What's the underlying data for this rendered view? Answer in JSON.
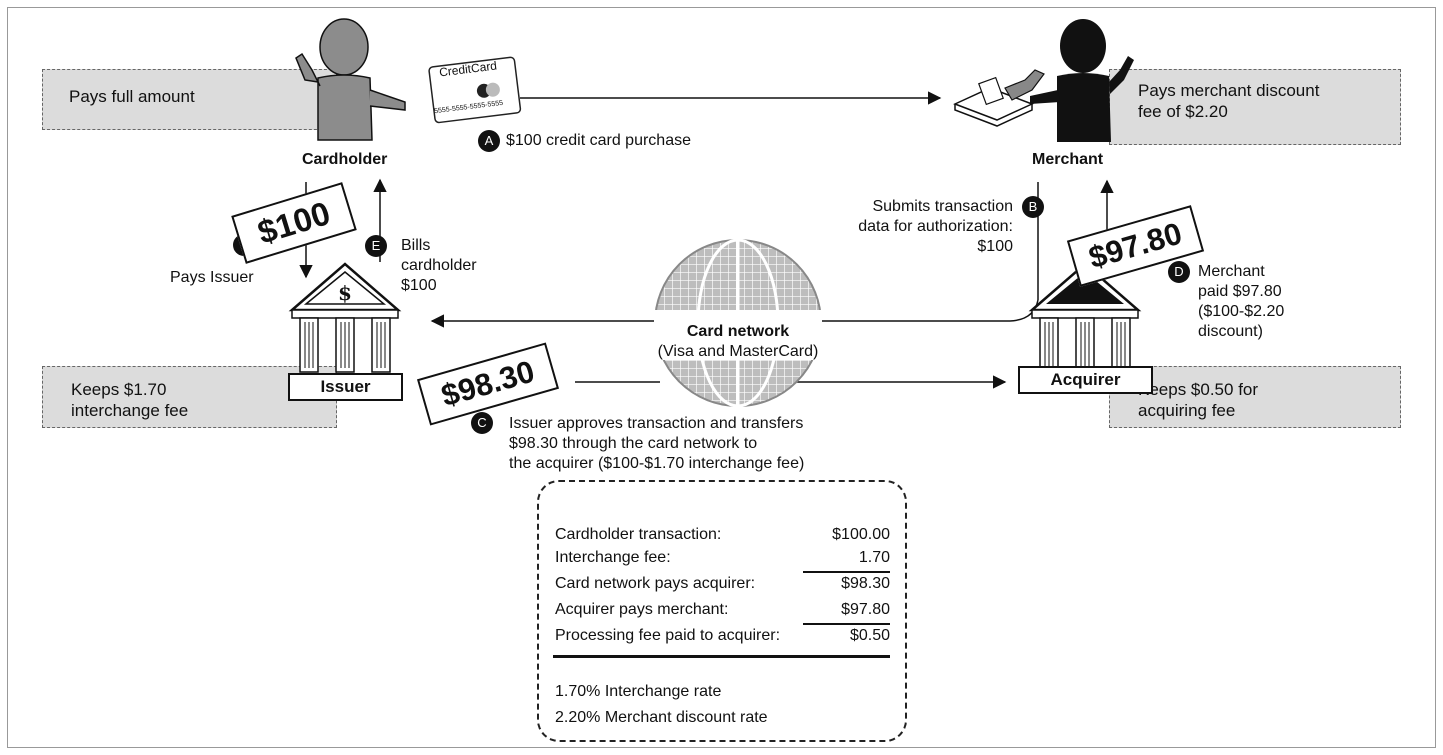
{
  "actors": {
    "cardholder": "Cardholder",
    "merchant": "Merchant",
    "issuer": "Issuer",
    "acquirer": "Acquirer",
    "network_title": "Card network",
    "network_sub": "(Visa and MasterCard)"
  },
  "card": {
    "brand": "CreditCard",
    "number": "5555-5555-5555-5555"
  },
  "boxes": {
    "pays_full": "Pays full amount",
    "merchant_fee_l1": "Pays merchant discount",
    "merchant_fee_l2": "fee of $2.20",
    "issuer_keeps_l1": "Keeps $1.70",
    "issuer_keeps_l2": "interchange fee",
    "acquirer_keeps_l1": "Keeps $0.50 for",
    "acquirer_keeps_l2": "acquiring fee"
  },
  "steps": {
    "a_badge": "A",
    "a_text": "$100 credit card purchase",
    "b_badge": "B",
    "b_l1": "Submits transaction",
    "b_l2": "data for authorization:",
    "b_l3": "$100",
    "c_badge": "C",
    "c_l1": "Issuer approves transaction and transfers",
    "c_l2": "$98.30 through the card network to",
    "c_l3": "the acquirer  ($100-$1.70 interchange fee)",
    "d_badge": "D",
    "d_l1": "Merchant",
    "d_l2": "paid $97.80",
    "d_l3": "($100-$2.20",
    "d_l4": "discount)",
    "e_badge": "E",
    "e_l1": "Bills",
    "e_l2": "cardholder",
    "e_l3": "$100",
    "f_badge": "F",
    "f_text": "Pays Issuer"
  },
  "plaques": {
    "p100": "$100",
    "p9830": "$98.30",
    "p9780": "$97.80"
  },
  "summary": {
    "rows": [
      {
        "label": "Cardholder transaction:",
        "value": "$100.00"
      },
      {
        "label": "Interchange fee:",
        "value": "1.70"
      },
      {
        "label": "Card network pays acquirer:",
        "value": "$98.30"
      },
      {
        "label": "Acquirer pays merchant:",
        "value": "$97.80"
      },
      {
        "label": "Processing fee paid to acquirer:",
        "value": "$0.50"
      }
    ],
    "rate1": "1.70% Interchange rate",
    "rate2": "2.20% Merchant discount rate"
  }
}
